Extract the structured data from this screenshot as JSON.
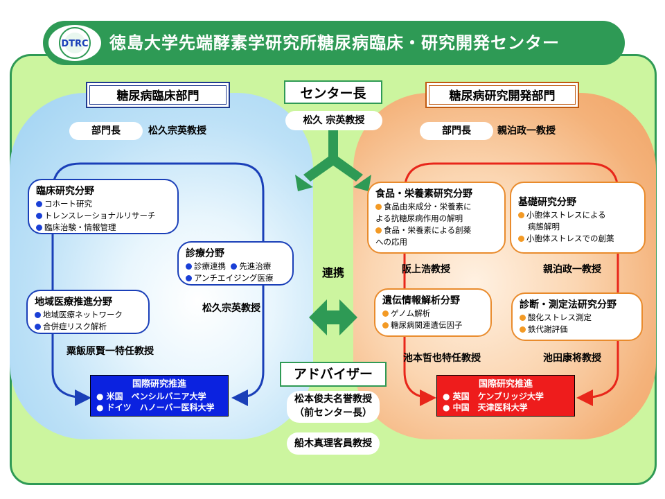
{
  "banner": {
    "title": "徳島大学先端酵素学研究所糖尿病臨床・研究開発センター",
    "logo_text": "DTRC"
  },
  "center": {
    "title": "センター長",
    "name": "松久 宗英教授"
  },
  "clinical": {
    "title": "糖尿病臨床部門",
    "head_label": "部門長",
    "head_name": "松久宗英教授",
    "sections": [
      {
        "title": "臨床研究分野",
        "items": [
          "コホート研究",
          "トレンスレーショナルリサーチ",
          "臨床治験・情報管理"
        ]
      },
      {
        "title": "診療分野",
        "items": [
          "診療連携",
          "先進治療",
          "アンチエイジング医療"
        ],
        "professor": "松久宗英教授"
      },
      {
        "title": "地域医療推進分野",
        "items": [
          "地域医療ネットワーク",
          "合併症リスク解析"
        ],
        "professor": "粟飯原賢一特任教授"
      }
    ],
    "intl": {
      "title": "国際研究推進",
      "items": [
        "米国　ペンシルバニア大学",
        "ドイツ　ハノーバー医科大学"
      ]
    }
  },
  "research": {
    "title": "糖尿病研究開発部門",
    "head_label": "部門長",
    "head_name": "親泊政一教授",
    "sections": [
      {
        "title": "食品・栄養素研究分野",
        "items": [
          "食品由来成分・栄養素に",
          "よる抗糖尿病作用の解明",
          "食品・栄養素による創薬",
          "への応用"
        ],
        "professor": "阪上浩教授"
      },
      {
        "title": "基礎研究分野",
        "items": [
          "小胞体ストレスによる",
          "病態解明",
          "小胞体ストレスでの創薬"
        ],
        "professor": "親泊政一教授"
      },
      {
        "title": "遺伝情報解析分野",
        "items": [
          "ゲノム解析",
          "糖尿病関連遺伝因子"
        ],
        "professor": "池本哲也特任教授"
      },
      {
        "title": "診断・測定法研究分野",
        "items": [
          "酸化ストレス測定",
          "鉄代謝評価"
        ],
        "professor": "池田康将教授"
      }
    ],
    "intl": {
      "title": "国際研究推進",
      "items": [
        "英国　ケンブリッジ大学",
        "中国　天津医科大学"
      ]
    }
  },
  "link_label": "連携",
  "advisor": {
    "title": "アドバイザー",
    "advisor1_line1": "松本俊夫名誉教授",
    "advisor1_line2": "（前センター長）",
    "advisor2": "船木真理客員教授"
  },
  "colors": {
    "green": "#2e9a55",
    "blue": "#1a3fb8",
    "orange": "#e98b2c",
    "red": "#ee1c1c"
  }
}
